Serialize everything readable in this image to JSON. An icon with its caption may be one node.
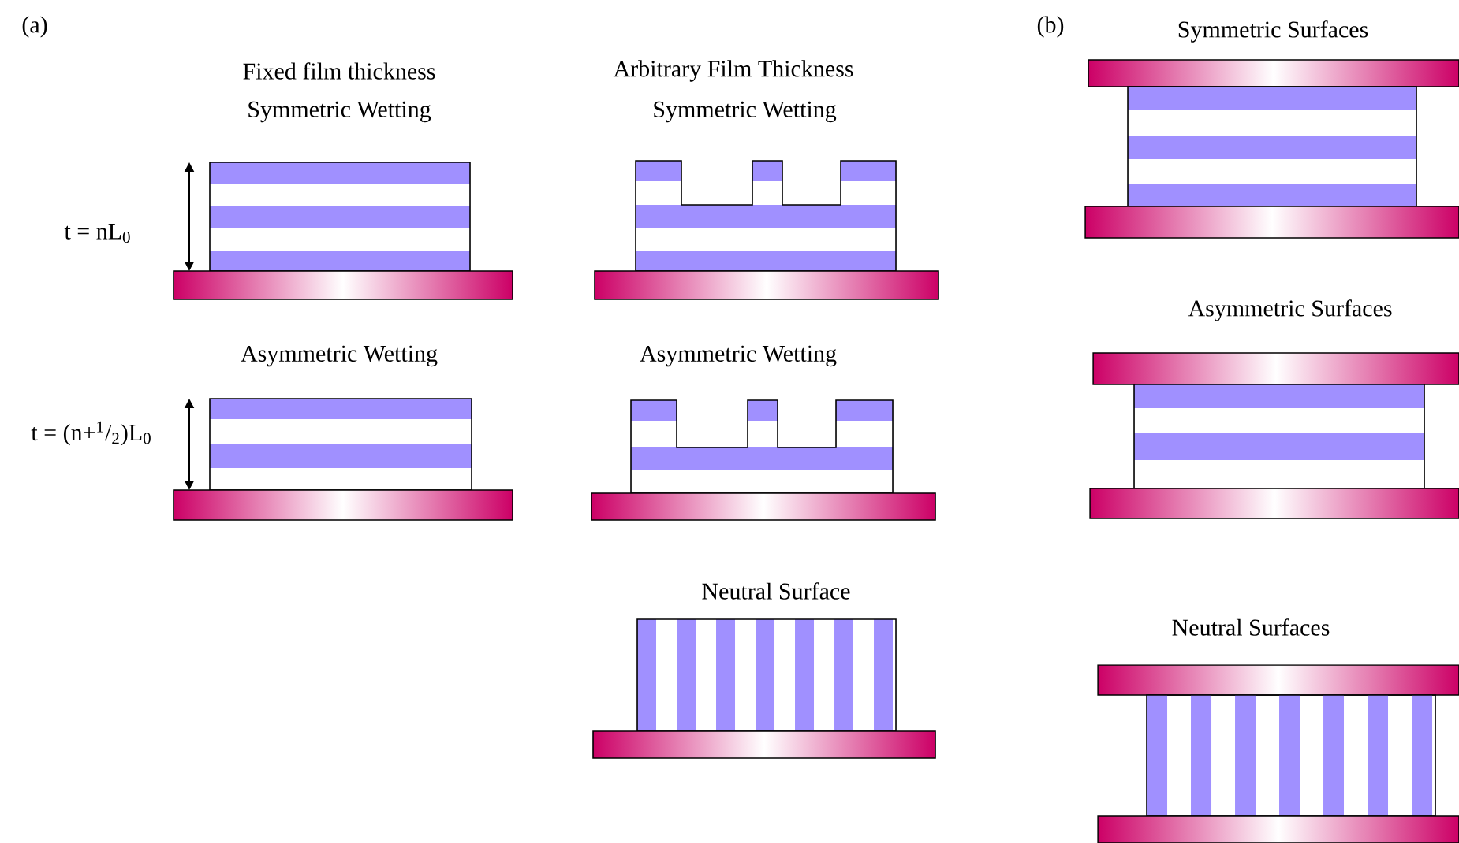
{
  "diagram": {
    "labels": [
      "(a)",
      "Fixed film thickness",
      "Symmetric Wetting",
      "Arbitrary Film Thickness",
      "Symmetric Wetting",
      "(b)",
      "Symmetric Surfaces",
      "t = nL$_{0}$",
      "Asymmetric Wetting",
      "Asymmetric Wetting",
      "Asymmetric Surfaces",
      "t = (n+$^{1}$/$_{2}$)L$_{0}$",
      "Neutral Surface",
      "Neutral Surfaces"
    ]
  }
}
